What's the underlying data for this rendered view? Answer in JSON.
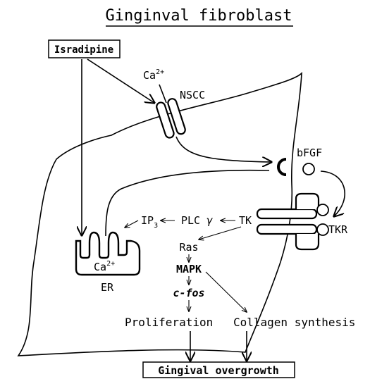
{
  "title": "Ginginval fibroblast",
  "labels": {
    "drug": "Isradipine",
    "calcium": "Ca",
    "calcium_charge": "2+",
    "channel": "NSCC",
    "growth_factor": "bFGF",
    "receptor": "TKR",
    "tk": "TK",
    "plc": "PLC",
    "plc_gamma": "γ",
    "ip3": "IP",
    "ip3_sub": "3",
    "er_calcium": "Ca",
    "er_calcium_charge": "2+",
    "er": "ER",
    "ras": "Ras",
    "mapk": "MAPK",
    "cfos": "c-fos",
    "proliferation": "Proliferation",
    "collagen": "Collagen synthesis",
    "outcome": "Gingival overgrowth"
  }
}
